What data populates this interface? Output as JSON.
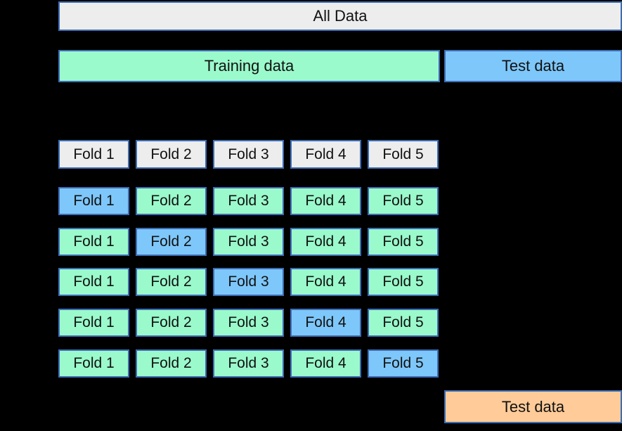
{
  "colors": {
    "background": "#000000",
    "border": "#3d6cb4",
    "text": "#111111",
    "all_data_fill": "#ededed",
    "training_fill": "#9afacc",
    "test_fill": "#7ec7fa",
    "final_test_fill": "#fecb99"
  },
  "all_data": {
    "label": "All Data"
  },
  "train_test_row": {
    "training_label": "Training data",
    "test_label": "Test data"
  },
  "fold_grid": {
    "header": [
      "Fold 1",
      "Fold 2",
      "Fold 3",
      "Fold 4",
      "Fold 5"
    ],
    "splits": [
      {
        "test_fold_index": 0,
        "folds": [
          "Fold 1",
          "Fold 2",
          "Fold 3",
          "Fold 4",
          "Fold 5"
        ]
      },
      {
        "test_fold_index": 1,
        "folds": [
          "Fold 1",
          "Fold 2",
          "Fold 3",
          "Fold 4",
          "Fold 5"
        ]
      },
      {
        "test_fold_index": 2,
        "folds": [
          "Fold 1",
          "Fold 2",
          "Fold 3",
          "Fold 4",
          "Fold 5"
        ]
      },
      {
        "test_fold_index": 3,
        "folds": [
          "Fold 1",
          "Fold 2",
          "Fold 3",
          "Fold 4",
          "Fold 5"
        ]
      },
      {
        "test_fold_index": 4,
        "folds": [
          "Fold 1",
          "Fold 2",
          "Fold 3",
          "Fold 4",
          "Fold 5"
        ]
      }
    ]
  },
  "final_test": {
    "label": "Test data"
  }
}
